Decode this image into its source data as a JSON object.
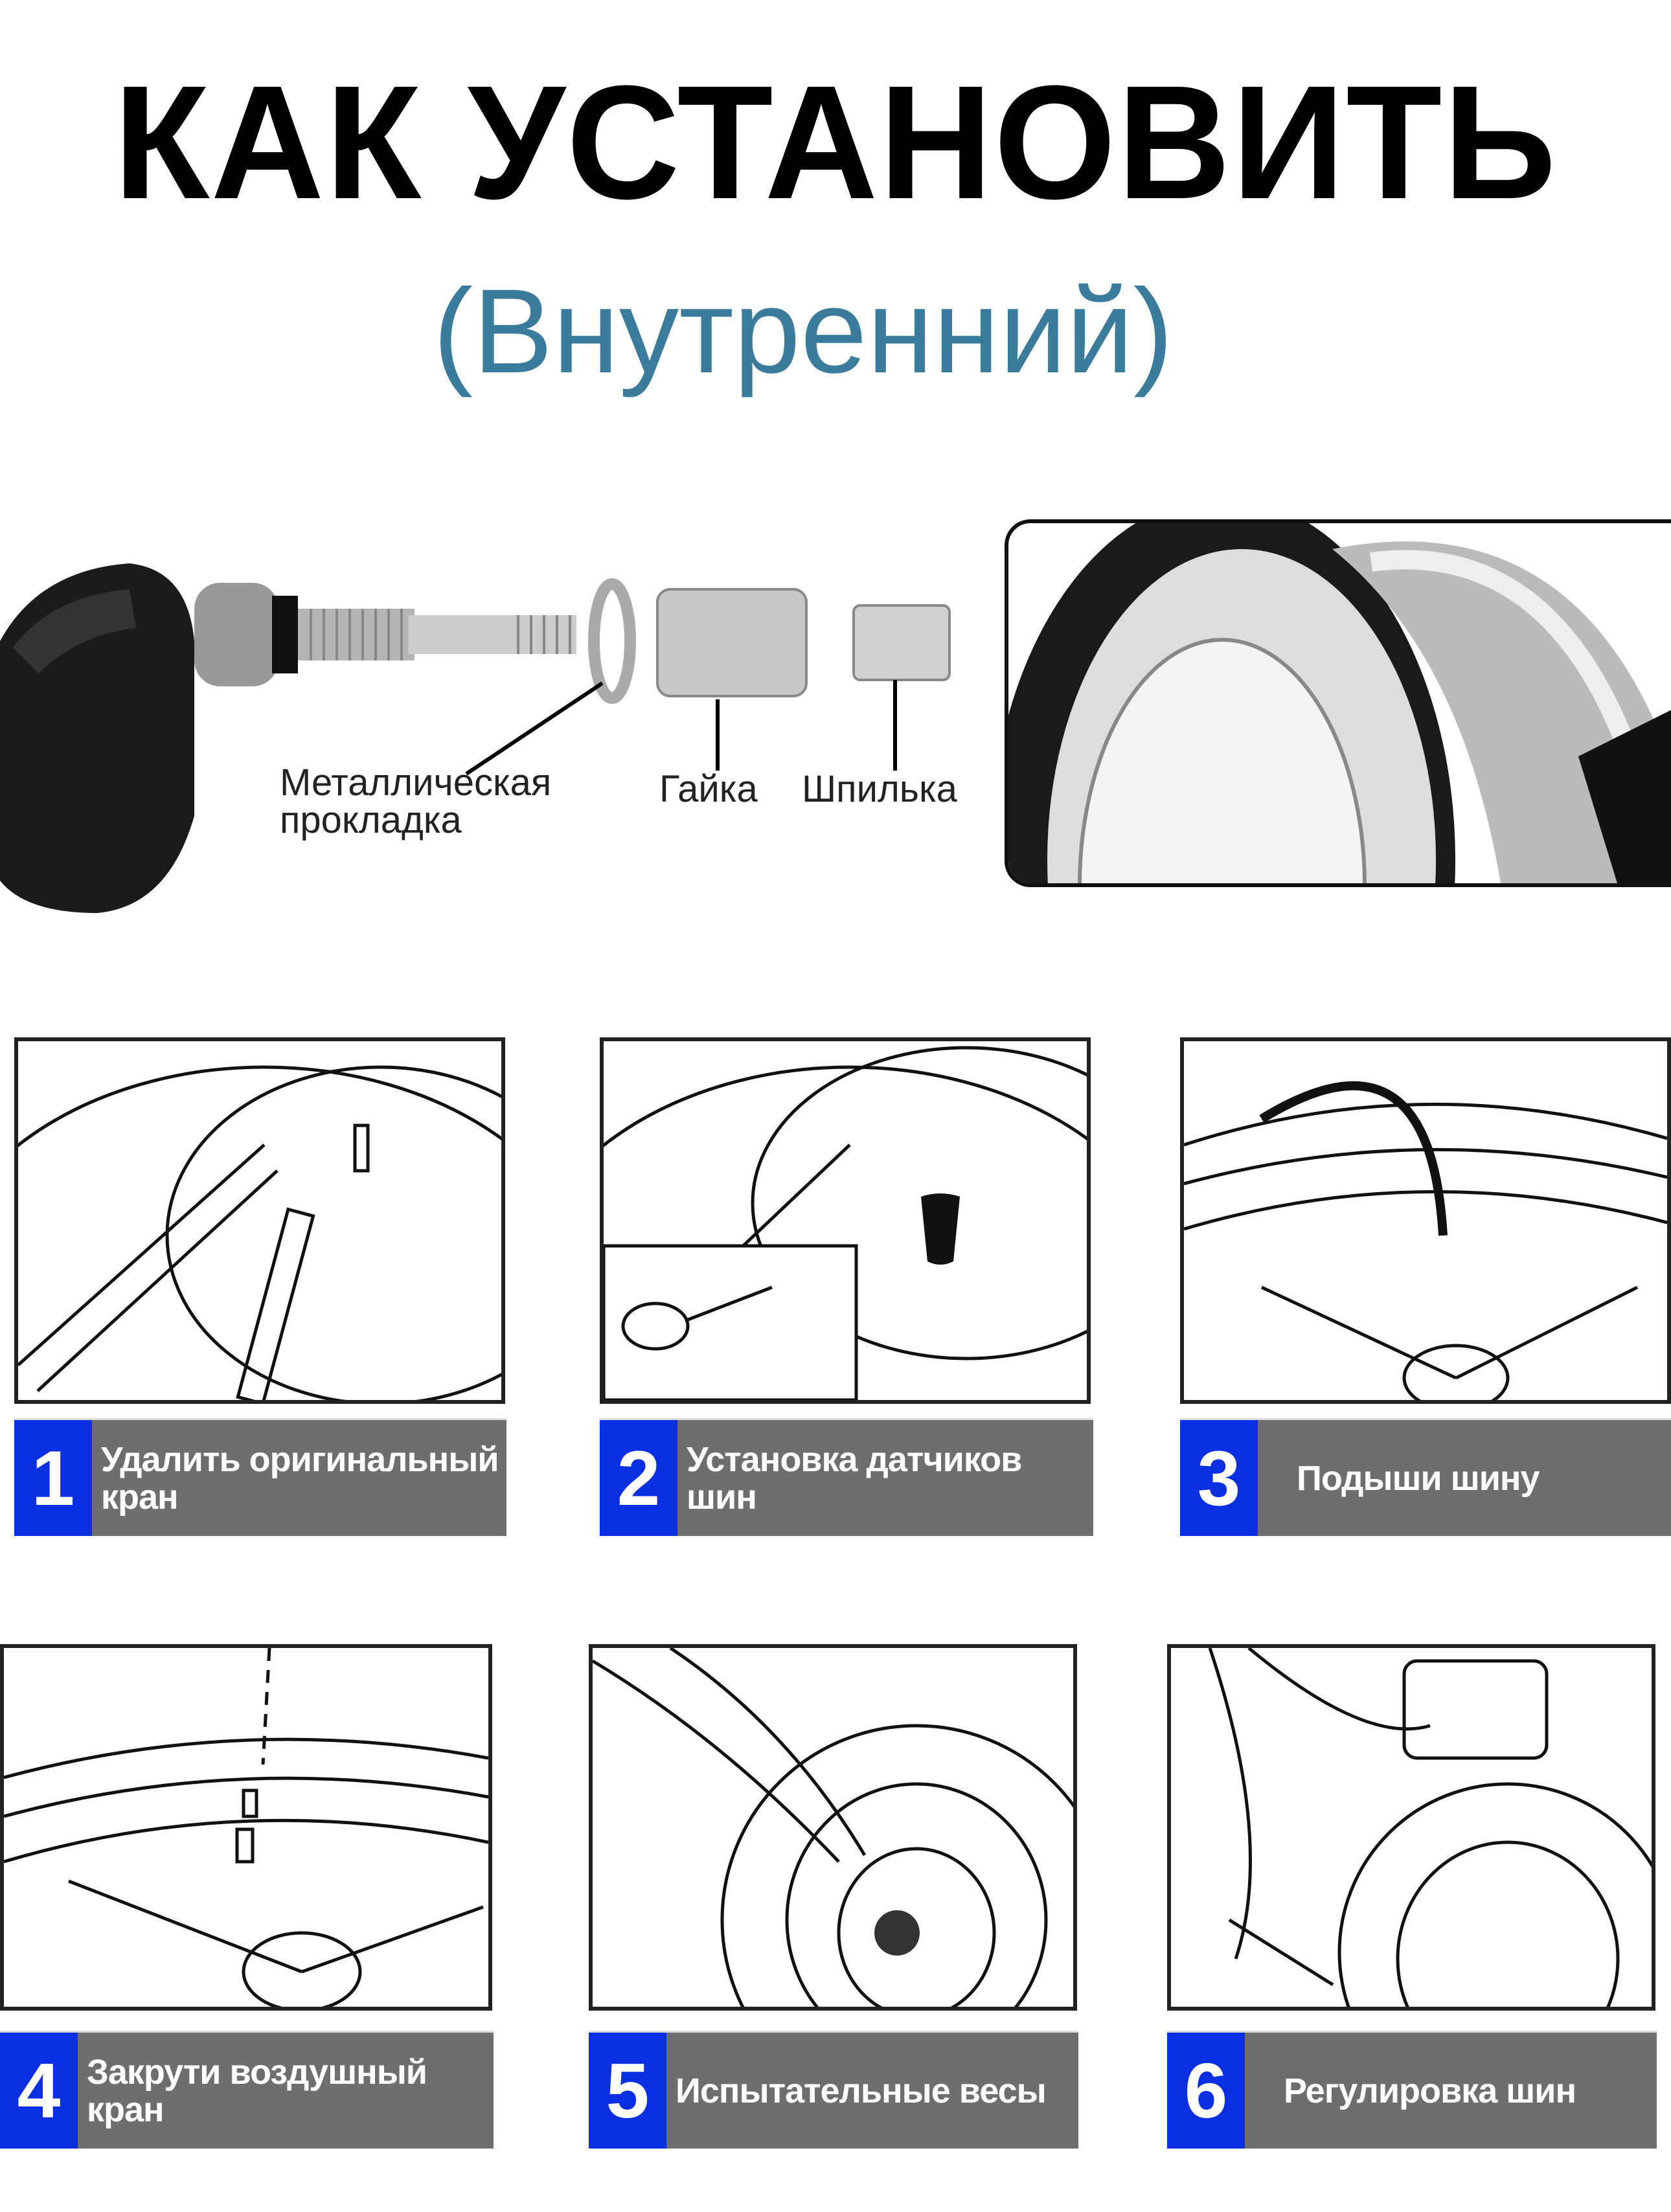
{
  "title": "КАК УСТАНОВИТЬ",
  "subtitle": "(Внутренний)",
  "parts": {
    "gasket": "Металлическая прокладка",
    "gasket_line1": "Металлическая",
    "gasket_line2": "прокладка",
    "nut": "Гайка",
    "cap": "Шпилька"
  },
  "steps": [
    {
      "number": "1",
      "label": "Удалить оригинальный кран"
    },
    {
      "number": "2",
      "label": "Установка датчиков шин"
    },
    {
      "number": "3",
      "label": "Подыши шину"
    },
    {
      "number": "4",
      "label": "Закрути воздушный кран"
    },
    {
      "number": "5",
      "label": "Испытательные весы"
    },
    {
      "number": "6",
      "label": "Регулировка шин"
    }
  ],
  "colors": {
    "step_number_bg": "#0a2fe0",
    "step_label_bg": "#6e6e6e",
    "subtitle": "#3b7b9b"
  }
}
